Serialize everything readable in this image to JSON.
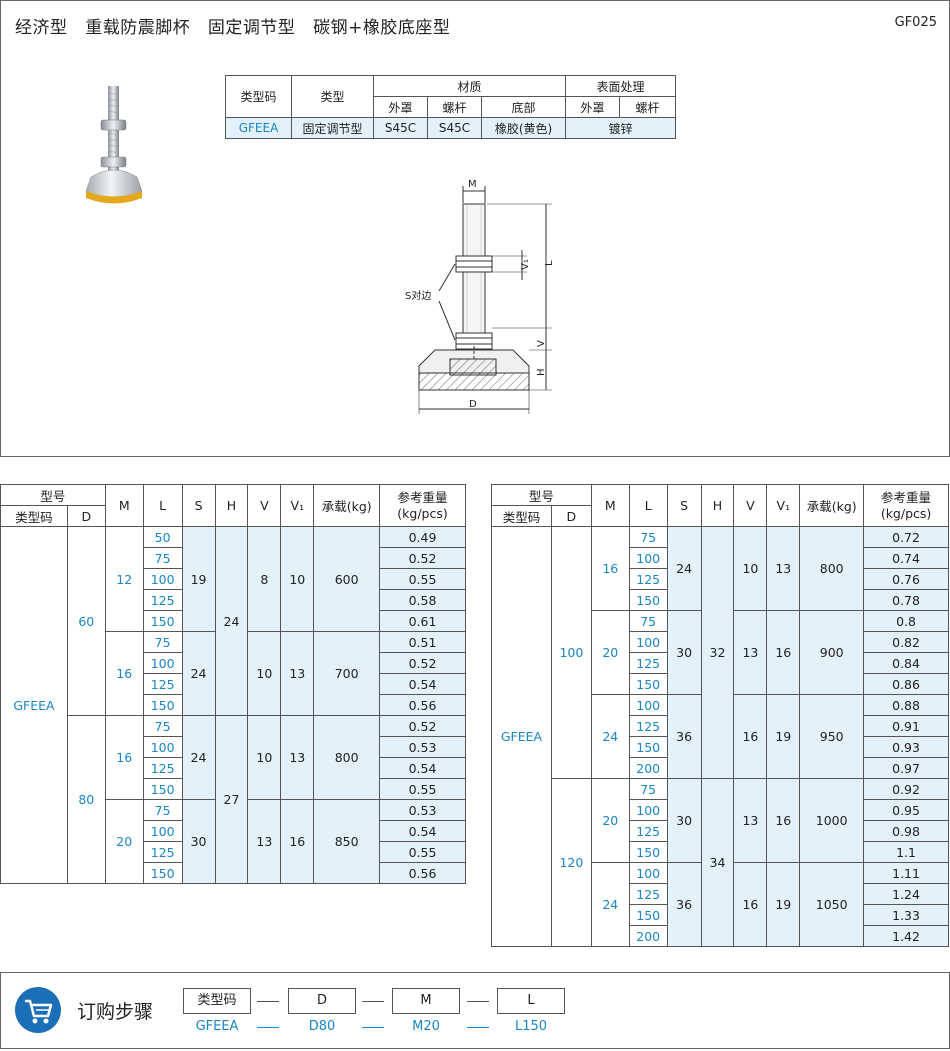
{
  "header": {
    "title": "经济型   重载防震脚杯   固定调节型   碳钢+橡胶底座型",
    "code": "GF025"
  },
  "spec_table": {
    "h_typecode": "类型码",
    "h_type": "类型",
    "h_material": "材质",
    "h_surface": "表面处理",
    "h_cover": "外罩",
    "h_screw": "螺杆",
    "h_base": "底部",
    "h_cover2": "外罩",
    "h_screw2": "螺杆",
    "v_typecode": "GFEEA",
    "v_type": "固定调节型",
    "v_cover": "S45C",
    "v_screw": "S45C",
    "v_base": "橡胶(黄色)",
    "v_surface": "镀锌"
  },
  "drawing": {
    "m": "M",
    "l": "L",
    "v1": "V₁",
    "s": "S对边",
    "v": "V",
    "h": "H",
    "d": "D"
  },
  "table_headers": {
    "model": "型号",
    "typecode": "类型码",
    "d": "D",
    "m": "M",
    "l": "L",
    "s": "S",
    "h": "H",
    "v": "V",
    "v1": "V₁",
    "load": "承载(kg)",
    "weight": "参考重量\n(kg/pcs)"
  },
  "left_table": {
    "typecode": "GFEEA",
    "groups": [
      {
        "d": "60",
        "h": "24",
        "sub": [
          {
            "m": "12",
            "s": "19",
            "v": "8",
            "v1": "10",
            "load": "600",
            "rows": [
              [
                "50",
                "0.49"
              ],
              [
                "75",
                "0.52"
              ],
              [
                "100",
                "0.55"
              ],
              [
                "125",
                "0.58"
              ],
              [
                "150",
                "0.61"
              ]
            ]
          },
          {
            "m": "16",
            "s": "24",
            "v": "10",
            "v1": "13",
            "load": "700",
            "rows": [
              [
                "75",
                "0.51"
              ],
              [
                "100",
                "0.52"
              ],
              [
                "125",
                "0.54"
              ],
              [
                "150",
                "0.56"
              ]
            ]
          }
        ]
      },
      {
        "d": "80",
        "h": "27",
        "sub": [
          {
            "m": "16",
            "s": "24",
            "v": "10",
            "v1": "13",
            "load": "800",
            "rows": [
              [
                "75",
                "0.52"
              ],
              [
                "100",
                "0.53"
              ],
              [
                "125",
                "0.54"
              ],
              [
                "150",
                "0.55"
              ]
            ]
          },
          {
            "m": "20",
            "s": "30",
            "v": "13",
            "v1": "16",
            "load": "850",
            "rows": [
              [
                "75",
                "0.53"
              ],
              [
                "100",
                "0.54"
              ],
              [
                "125",
                "0.55"
              ],
              [
                "150",
                "0.56"
              ]
            ]
          }
        ]
      }
    ]
  },
  "right_table": {
    "typecode": "GFEEA",
    "groups": [
      {
        "d": "100",
        "h": "32",
        "sub": [
          {
            "m": "16",
            "s": "24",
            "v": "10",
            "v1": "13",
            "load": "800",
            "rows": [
              [
                "75",
                "0.72"
              ],
              [
                "100",
                "0.74"
              ],
              [
                "125",
                "0.76"
              ],
              [
                "150",
                "0.78"
              ]
            ]
          },
          {
            "m": "20",
            "s": "30",
            "v": "13",
            "v1": "16",
            "load": "900",
            "rows": [
              [
                "75",
                "0.8"
              ],
              [
                "100",
                "0.82"
              ],
              [
                "125",
                "0.84"
              ],
              [
                "150",
                "0.86"
              ]
            ]
          },
          {
            "m": "24",
            "s": "36",
            "v": "16",
            "v1": "19",
            "load": "950",
            "rows": [
              [
                "100",
                "0.88"
              ],
              [
                "125",
                "0.91"
              ],
              [
                "150",
                "0.93"
              ],
              [
                "200",
                "0.97"
              ]
            ]
          }
        ]
      },
      {
        "d": "120",
        "h": "34",
        "sub": [
          {
            "m": "20",
            "s": "30",
            "v": "13",
            "v1": "16",
            "load": "1000",
            "rows": [
              [
                "75",
                "0.92"
              ],
              [
                "100",
                "0.95"
              ],
              [
                "125",
                "0.98"
              ],
              [
                "150",
                "1.1"
              ]
            ]
          },
          {
            "m": "24",
            "s": "36",
            "v": "16",
            "v1": "19",
            "load": "1050",
            "rows": [
              [
                "100",
                "1.11"
              ],
              [
                "125",
                "1.24"
              ],
              [
                "150",
                "1.33"
              ],
              [
                "200",
                "1.42"
              ]
            ]
          }
        ]
      }
    ]
  },
  "order": {
    "title": "订购步骤",
    "boxes": [
      "类型码",
      "D",
      "M",
      "L"
    ],
    "values": [
      "GFEEA",
      "D80",
      "M20",
      "L150"
    ]
  },
  "colors": {
    "accent": "#1a86c8",
    "cell_bg": "#e3f1fb",
    "cart_bg": "#1a6fb6"
  }
}
